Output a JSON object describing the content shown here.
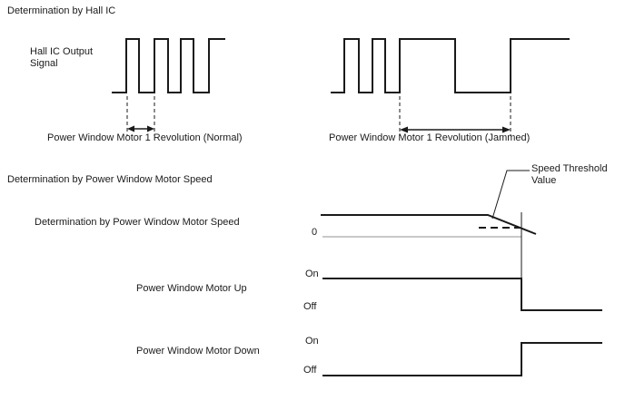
{
  "colors": {
    "line": "#1a1a1a",
    "zero_axis": "#909090",
    "background": "#ffffff"
  },
  "hall_section": {
    "title": "Determination by Hall IC",
    "signal_label": "Hall IC Output Signal",
    "normal_caption": "Power Window Motor 1 Revolution (Normal)",
    "jammed_caption": "Power Window Motor 1 Revolution (Jammed)"
  },
  "speed_section": {
    "heading": "Determination by Power Window Motor Speed",
    "row_label": "Determination by Power Window Motor Speed",
    "threshold_label": "Speed Threshold Value",
    "zero_label": "0"
  },
  "motor_up": {
    "label": "Power Window Motor Up",
    "on_label": "On",
    "off_label": "Off"
  },
  "motor_down": {
    "label": "Power Window Motor Down",
    "on_label": "On",
    "off_label": "Off"
  }
}
